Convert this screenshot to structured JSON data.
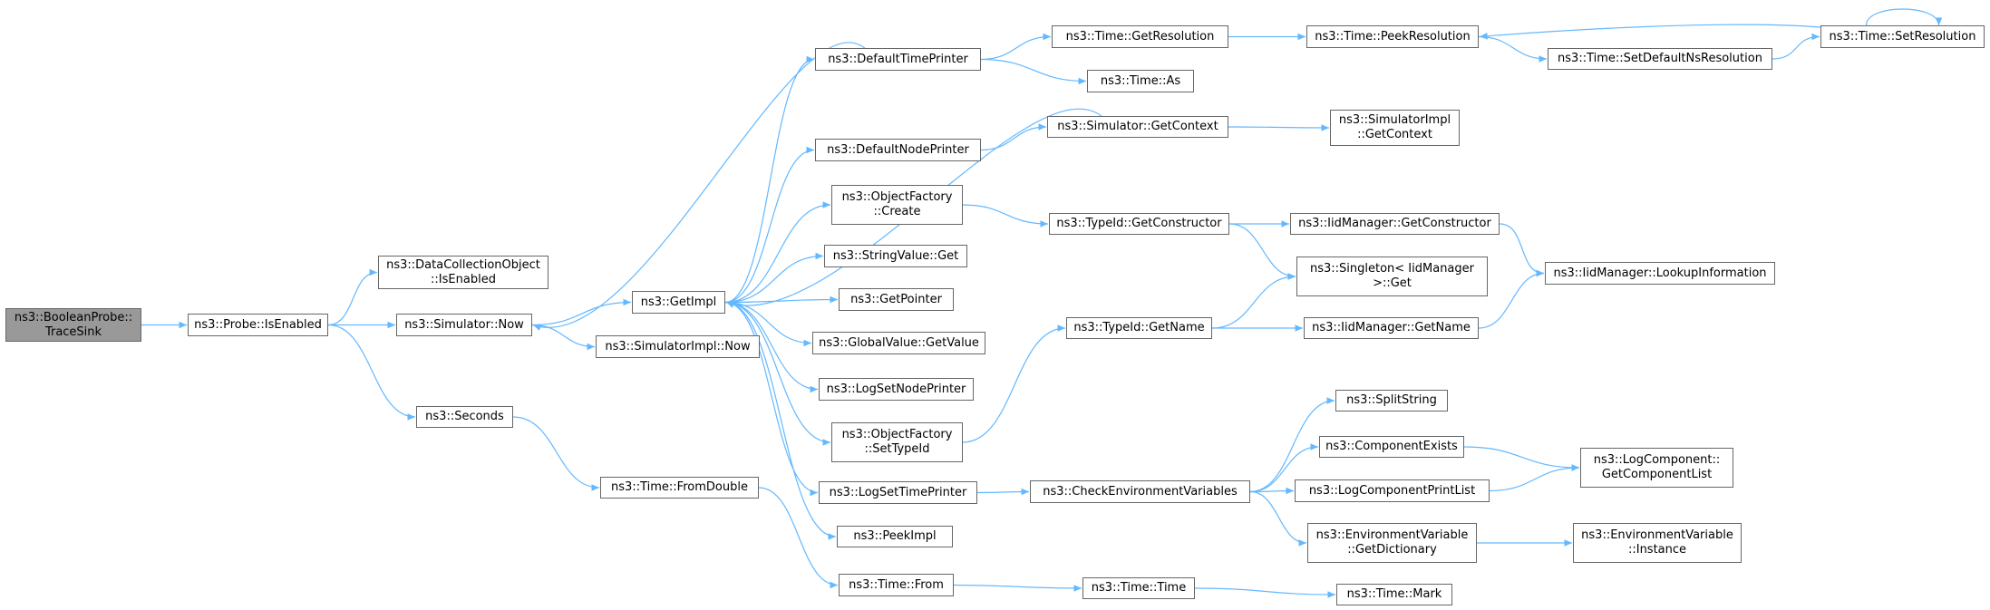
{
  "colors": {
    "edge": "#63b8ff",
    "node_border": "#666666",
    "root_fill": "#999999",
    "node_fill": "#ffffff"
  },
  "nodes": [
    {
      "id": "root",
      "lines": [
        "ns3::BooleanProbe::",
        "TraceSink"
      ]
    },
    {
      "id": "probe_isenabled",
      "lines": [
        "ns3::Probe::IsEnabled"
      ]
    },
    {
      "id": "dco_isenabled",
      "lines": [
        "ns3::DataCollectionObject",
        "::IsEnabled"
      ]
    },
    {
      "id": "sim_now",
      "lines": [
        "ns3::Simulator::Now"
      ]
    },
    {
      "id": "seconds",
      "lines": [
        "ns3::Seconds"
      ]
    },
    {
      "id": "getimpl",
      "lines": [
        "ns3::GetImpl"
      ]
    },
    {
      "id": "simimpl_now",
      "lines": [
        "ns3::SimulatorImpl::Now"
      ]
    },
    {
      "id": "time_fromdouble",
      "lines": [
        "ns3::Time::FromDouble"
      ]
    },
    {
      "id": "default_time_printer",
      "lines": [
        "ns3::DefaultTimePrinter"
      ]
    },
    {
      "id": "default_node_printer",
      "lines": [
        "ns3::DefaultNodePrinter"
      ]
    },
    {
      "id": "objfactory_create",
      "lines": [
        "ns3::ObjectFactory",
        "::Create"
      ]
    },
    {
      "id": "stringvalue_get",
      "lines": [
        "ns3::StringValue::Get"
      ]
    },
    {
      "id": "getpointer",
      "lines": [
        "ns3::GetPointer"
      ]
    },
    {
      "id": "globalvalue_getvalue",
      "lines": [
        "ns3::GlobalValue::GetValue"
      ]
    },
    {
      "id": "logsetnodeprinter",
      "lines": [
        "ns3::LogSetNodePrinter"
      ]
    },
    {
      "id": "objfactory_settypeid",
      "lines": [
        "ns3::ObjectFactory",
        "::SetTypeId"
      ]
    },
    {
      "id": "logsettimeprinter",
      "lines": [
        "ns3::LogSetTimePrinter"
      ]
    },
    {
      "id": "peekimpl",
      "lines": [
        "ns3::PeekImpl"
      ]
    },
    {
      "id": "time_from",
      "lines": [
        "ns3::Time::From"
      ]
    },
    {
      "id": "time_getresolution",
      "lines": [
        "ns3::Time::GetResolution"
      ]
    },
    {
      "id": "time_as",
      "lines": [
        "ns3::Time::As"
      ]
    },
    {
      "id": "sim_getcontext",
      "lines": [
        "ns3::Simulator::GetContext"
      ]
    },
    {
      "id": "typeid_getconstructor",
      "lines": [
        "ns3::TypeId::GetConstructor"
      ]
    },
    {
      "id": "typeid_getname",
      "lines": [
        "ns3::TypeId::GetName"
      ]
    },
    {
      "id": "check_env_vars",
      "lines": [
        "ns3::CheckEnvironmentVariables"
      ]
    },
    {
      "id": "time_time",
      "lines": [
        "ns3::Time::Time"
      ]
    },
    {
      "id": "time_peekresolution",
      "lines": [
        "ns3::Time::PeekResolution"
      ]
    },
    {
      "id": "simimpl_getcontext",
      "lines": [
        "ns3::SimulatorImpl",
        "::GetContext"
      ]
    },
    {
      "id": "iidmgr_getconstructor",
      "lines": [
        "ns3::IidManager::GetConstructor"
      ]
    },
    {
      "id": "singleton_get",
      "lines": [
        "ns3::Singleton< IidManager",
        ">::Get"
      ]
    },
    {
      "id": "iidmgr_getname",
      "lines": [
        "ns3::IidManager::GetName"
      ]
    },
    {
      "id": "splitstring",
      "lines": [
        "ns3::SplitString"
      ]
    },
    {
      "id": "componentexists",
      "lines": [
        "ns3::ComponentExists"
      ]
    },
    {
      "id": "logcomponentprintlist",
      "lines": [
        "ns3::LogComponentPrintList"
      ]
    },
    {
      "id": "envvar_getdictionary",
      "lines": [
        "ns3::EnvironmentVariable",
        "::GetDictionary"
      ]
    },
    {
      "id": "time_mark",
      "lines": [
        "ns3::Time::Mark"
      ]
    },
    {
      "id": "time_setdefaultnsres",
      "lines": [
        "ns3::Time::SetDefaultNsResolution"
      ]
    },
    {
      "id": "iidmgr_lookupinfo",
      "lines": [
        "ns3::IidManager::LookupInformation"
      ]
    },
    {
      "id": "logcomponent_getcomplist",
      "lines": [
        "ns3::LogComponent::",
        "GetComponentList"
      ]
    },
    {
      "id": "envvar_instance",
      "lines": [
        "ns3::EnvironmentVariable",
        "::Instance"
      ]
    },
    {
      "id": "time_setresolution",
      "lines": [
        "ns3::Time::SetResolution"
      ]
    }
  ],
  "edges": [
    [
      "root",
      "probe_isenabled"
    ],
    [
      "probe_isenabled",
      "dco_isenabled"
    ],
    [
      "probe_isenabled",
      "sim_now"
    ],
    [
      "probe_isenabled",
      "seconds"
    ],
    [
      "sim_now",
      "getimpl"
    ],
    [
      "sim_now",
      "simimpl_now"
    ],
    [
      "seconds",
      "time_fromdouble"
    ],
    [
      "time_fromdouble",
      "time_from"
    ],
    [
      "getimpl",
      "default_time_printer"
    ],
    [
      "getimpl",
      "default_node_printer"
    ],
    [
      "getimpl",
      "objfactory_create"
    ],
    [
      "getimpl",
      "stringvalue_get"
    ],
    [
      "getimpl",
      "getpointer"
    ],
    [
      "getimpl",
      "globalvalue_getvalue"
    ],
    [
      "getimpl",
      "logsetnodeprinter"
    ],
    [
      "getimpl",
      "objfactory_settypeid"
    ],
    [
      "getimpl",
      "logsettimeprinter"
    ],
    [
      "getimpl",
      "peekimpl"
    ],
    [
      "default_time_printer",
      "sim_now"
    ],
    [
      "default_time_printer",
      "time_getresolution"
    ],
    [
      "default_time_printer",
      "time_as"
    ],
    [
      "default_node_printer",
      "sim_getcontext"
    ],
    [
      "sim_getcontext",
      "getimpl"
    ],
    [
      "sim_getcontext",
      "simimpl_getcontext"
    ],
    [
      "objfactory_create",
      "typeid_getconstructor"
    ],
    [
      "objfactory_settypeid",
      "typeid_getname"
    ],
    [
      "logsettimeprinter",
      "check_env_vars"
    ],
    [
      "time_from",
      "time_time"
    ],
    [
      "time_time",
      "time_mark"
    ],
    [
      "time_getresolution",
      "time_peekresolution"
    ],
    [
      "time_peekresolution",
      "time_setdefaultnsres"
    ],
    [
      "time_setdefaultnsres",
      "time_setresolution"
    ],
    [
      "time_setresolution",
      "time_peekresolution"
    ],
    [
      "time_setresolution",
      "time_setresolution"
    ],
    [
      "typeid_getconstructor",
      "iidmgr_getconstructor"
    ],
    [
      "typeid_getconstructor",
      "singleton_get"
    ],
    [
      "typeid_getname",
      "singleton_get"
    ],
    [
      "typeid_getname",
      "iidmgr_getname"
    ],
    [
      "iidmgr_getconstructor",
      "iidmgr_lookupinfo"
    ],
    [
      "iidmgr_getname",
      "iidmgr_lookupinfo"
    ],
    [
      "check_env_vars",
      "splitstring"
    ],
    [
      "check_env_vars",
      "componentexists"
    ],
    [
      "check_env_vars",
      "logcomponentprintlist"
    ],
    [
      "check_env_vars",
      "envvar_getdictionary"
    ],
    [
      "componentexists",
      "logcomponent_getcomplist"
    ],
    [
      "logcomponentprintlist",
      "logcomponent_getcomplist"
    ],
    [
      "envvar_getdictionary",
      "envvar_instance"
    ]
  ]
}
